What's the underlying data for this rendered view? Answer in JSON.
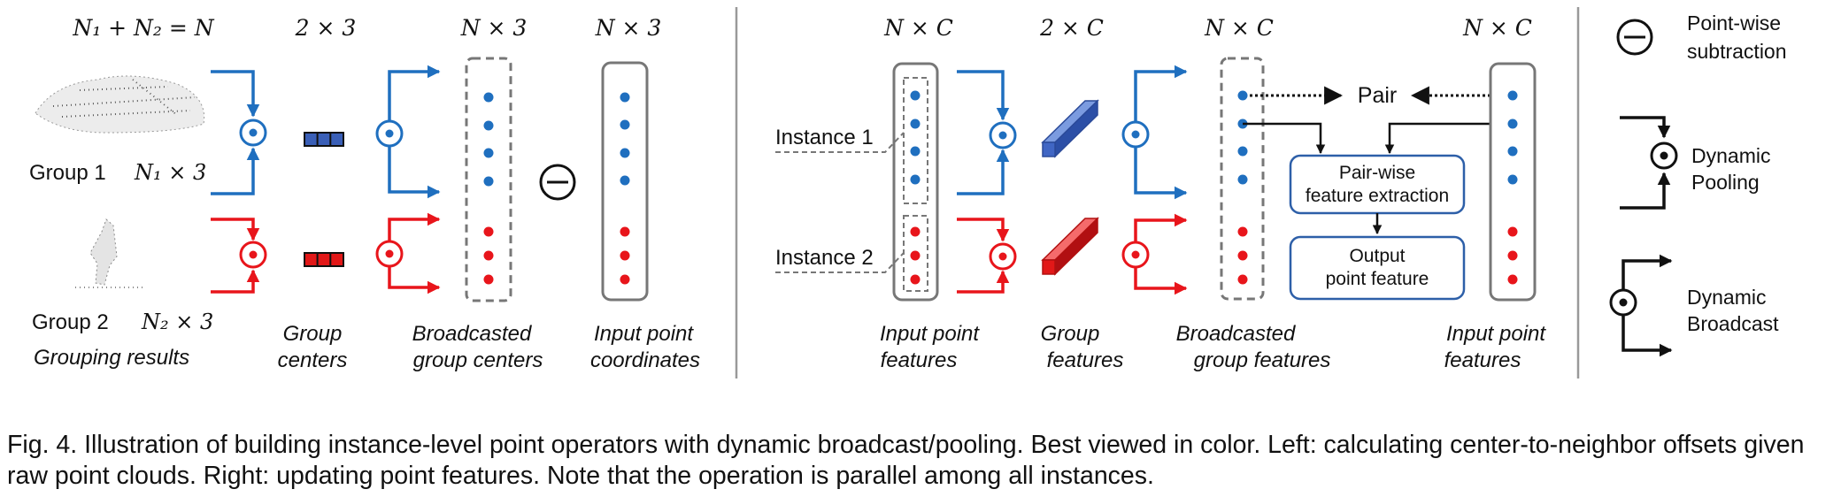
{
  "colors": {
    "blue": "#1f6fbf",
    "red": "#e8151b",
    "gray": "#777777",
    "box": "#2d5fa8"
  },
  "left": {
    "dims": {
      "total": "N₁ + N₂ = N",
      "centers": "2 × 3",
      "broadcast": "N × 3",
      "input": "N × 3"
    },
    "group1": {
      "label": "Group 1",
      "dim": "N₁ × 3"
    },
    "group2": {
      "label": "Group 2",
      "dim": "N₂ × 3"
    },
    "grouping_results": "Grouping results",
    "group_centers": [
      "Group",
      "centers"
    ],
    "broadcasted_group_centers": [
      "Broadcasted",
      "group centers"
    ],
    "input_point_coordinates": [
      "Input point",
      "coordinates"
    ]
  },
  "right": {
    "dims": {
      "features": "N × C",
      "group": "2 × C",
      "broadcast": "N × C",
      "features2": "N × C"
    },
    "instance1": "Instance 1",
    "instance2": "Instance 2",
    "pair": "Pair",
    "pairwise_box": [
      "Pair-wise",
      "feature extraction"
    ],
    "output_box": [
      "Output",
      "point feature"
    ],
    "input_point_features": [
      "Input point",
      "features"
    ],
    "group_features": [
      "Group",
      "features"
    ],
    "broadcasted_group_features": [
      "Broadcasted",
      "group features"
    ],
    "input_point_features_right": [
      "Input point",
      "features"
    ]
  },
  "legend": {
    "subtraction": [
      "Point-wise",
      "subtraction"
    ],
    "pooling": [
      "Dynamic",
      "Pooling"
    ],
    "broadcast": [
      "Dynamic",
      "Broadcast"
    ]
  },
  "caption": "Fig. 4.  Illustration of building instance-level point operators with dynamic broadcast/pooling. Best viewed in color. Left: calculating center-to-neighbor offsets given raw point clouds. Right: updating point features. Note that the operation is parallel among all instances."
}
